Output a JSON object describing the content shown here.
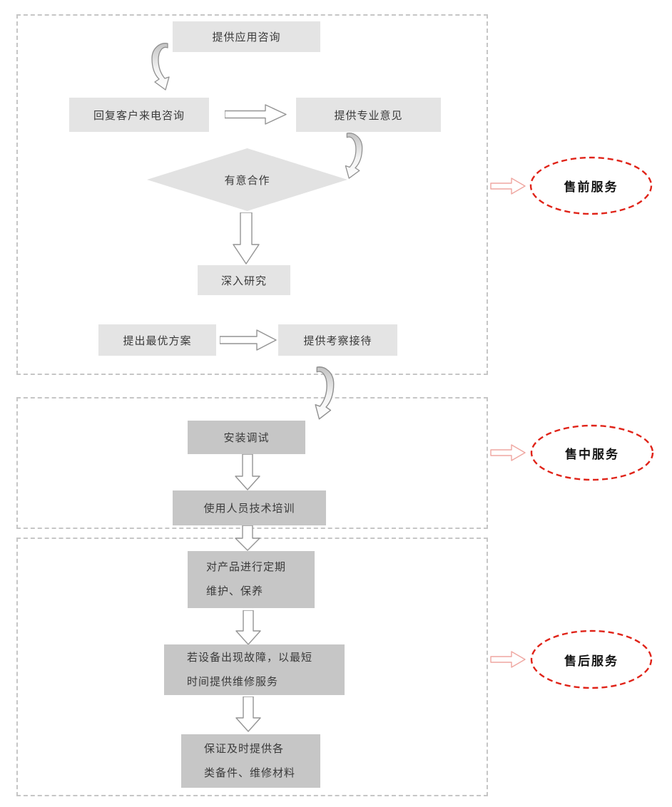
{
  "colors": {
    "box_light": "#e4e4e4",
    "box_mid": "#c6c6c6",
    "section_border_gray": "#c6c6c6",
    "ellipse_red": "#e02318",
    "pointer_pink": "#efa6a0",
    "arrow_outline_gray": "#949494",
    "text": "#3a3a3a"
  },
  "sections": {
    "presales": {
      "tag": "售前服务",
      "consult_box": "提供应用咨询",
      "reply_box": "回复客户来电咨询",
      "advice_box": "提供专业意见",
      "decision_diamond": "有意合作",
      "research_box": "深入研究",
      "proposal_box": "提出最优方案",
      "visit_box": "提供考察接待"
    },
    "insales": {
      "tag": "售中服务",
      "install_box": "安装调试",
      "training_box": "使用人员技术培训"
    },
    "aftersales": {
      "tag": "售后服务",
      "maintenance_box": {
        "line1": "对产品进行定期",
        "line2": "维护、保养"
      },
      "repair_box": {
        "line1": "若设备出现故障，以最短",
        "line2": "时间提供维修服务"
      },
      "parts_box": {
        "line1": "保证及时提供各",
        "line2": "类备件、维修材料"
      }
    }
  }
}
